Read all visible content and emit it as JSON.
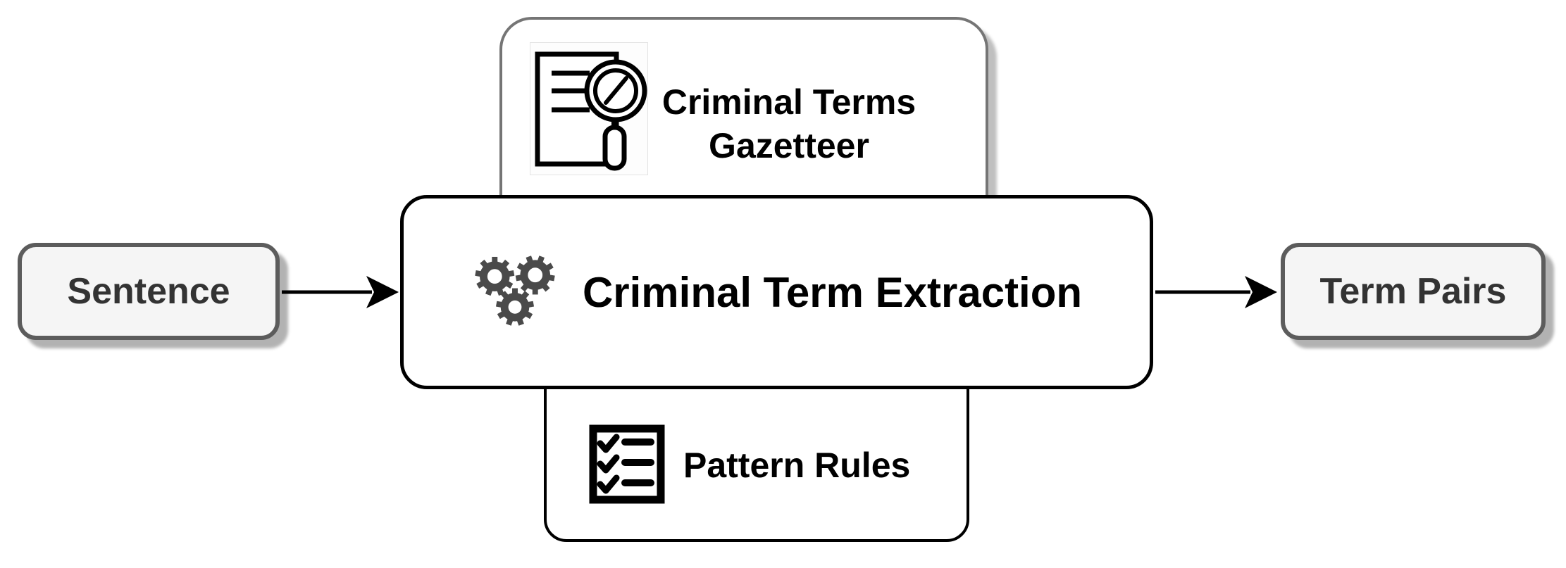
{
  "diagram": {
    "nodes": {
      "sentence": {
        "label": "Sentence",
        "fill": "#f5f5f5",
        "border": "#5c5c5c",
        "text_color": "#333333"
      },
      "extraction": {
        "label": "Criminal Term Extraction",
        "icon": "gears-icon",
        "fill": "#ffffff",
        "border": "#000000"
      },
      "gazetteer": {
        "label_line1": "Criminal Terms",
        "label_line2": "Gazetteer",
        "icon": "document-search-icon",
        "fill": "#ffffff",
        "border": "#757575"
      },
      "pattern_rules": {
        "label": "Pattern Rules",
        "icon": "checklist-icon",
        "fill": "#ffffff",
        "border": "#000000"
      },
      "term_pairs": {
        "label": "Term Pairs",
        "fill": "#f5f5f5",
        "border": "#5c5c5c",
        "text_color": "#333333"
      }
    },
    "edges": [
      {
        "from": "sentence",
        "to": "extraction"
      },
      {
        "from": "extraction",
        "to": "term_pairs"
      }
    ],
    "colors": {
      "arrow": "#000000",
      "gear_icon": "#4a4a4a",
      "canvas": "#ffffff",
      "shadow": "rgba(0,0,0,0.3)"
    }
  }
}
